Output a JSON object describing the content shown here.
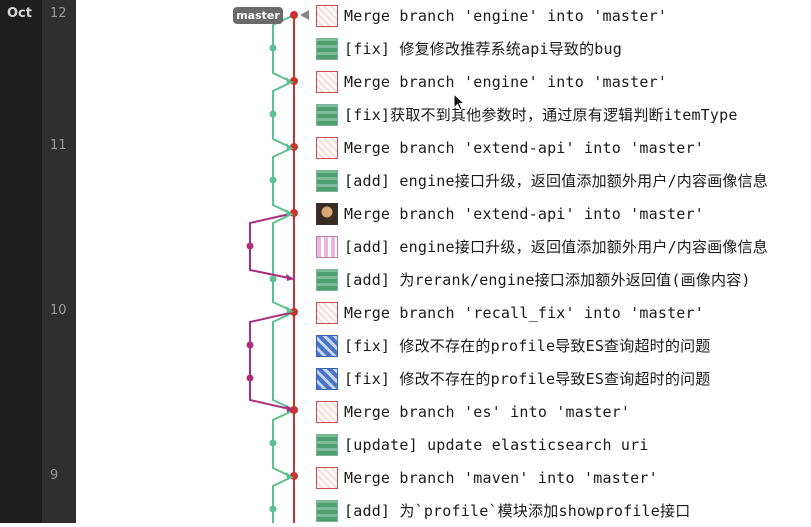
{
  "timeline": {
    "month": "Oct",
    "days": [
      "12",
      "11",
      "10",
      "9"
    ]
  },
  "branch_tag": "master",
  "colors": {
    "master_line": "#c8332f",
    "feature_green": "#5cc08f",
    "feature_purple": "#a92f7e",
    "sidebar_dark": "#1e1e1e",
    "sidebar_mid": "#2f2f2f"
  },
  "commits": [
    {
      "message": "Merge branch 'engine' into 'master'",
      "avatar": "pixel-red"
    },
    {
      "message": "[fix] 修复修改推荐系统api导致的bug",
      "avatar": "green"
    },
    {
      "message": "Merge branch 'engine' into 'master'",
      "avatar": "pixel-red"
    },
    {
      "message": "[fix]获取不到其他参数时，通过原有逻辑判断itemType",
      "avatar": "green"
    },
    {
      "message": "Merge branch 'extend-api' into 'master'",
      "avatar": "pixel-red"
    },
    {
      "message": "[add] engine接口升级，返回值添加额外用户/内容画像信息",
      "avatar": "green"
    },
    {
      "message": "Merge branch 'extend-api' into 'master'",
      "avatar": "photo"
    },
    {
      "message": "[add] engine接口升级，返回值添加额外用户/内容画像信息",
      "avatar": "pink"
    },
    {
      "message": "[add] 为rerank/engine接口添加额外返回值(画像内容)",
      "avatar": "green"
    },
    {
      "message": "Merge branch 'recall_fix' into 'master'",
      "avatar": "pixel-red"
    },
    {
      "message": "[fix] 修改不存在的profile导致ES查询超时的问题",
      "avatar": "blue"
    },
    {
      "message": "[fix] 修改不存在的profile导致ES查询超时的问题",
      "avatar": "blue"
    },
    {
      "message": "Merge branch 'es' into 'master'",
      "avatar": "pixel-red"
    },
    {
      "message": "[update] update elasticsearch uri",
      "avatar": "green"
    },
    {
      "message": "Merge branch 'maven' into 'master'",
      "avatar": "pixel-red"
    },
    {
      "message": "[add] 为`profile`模块添加showprofile接口",
      "avatar": "green"
    }
  ]
}
